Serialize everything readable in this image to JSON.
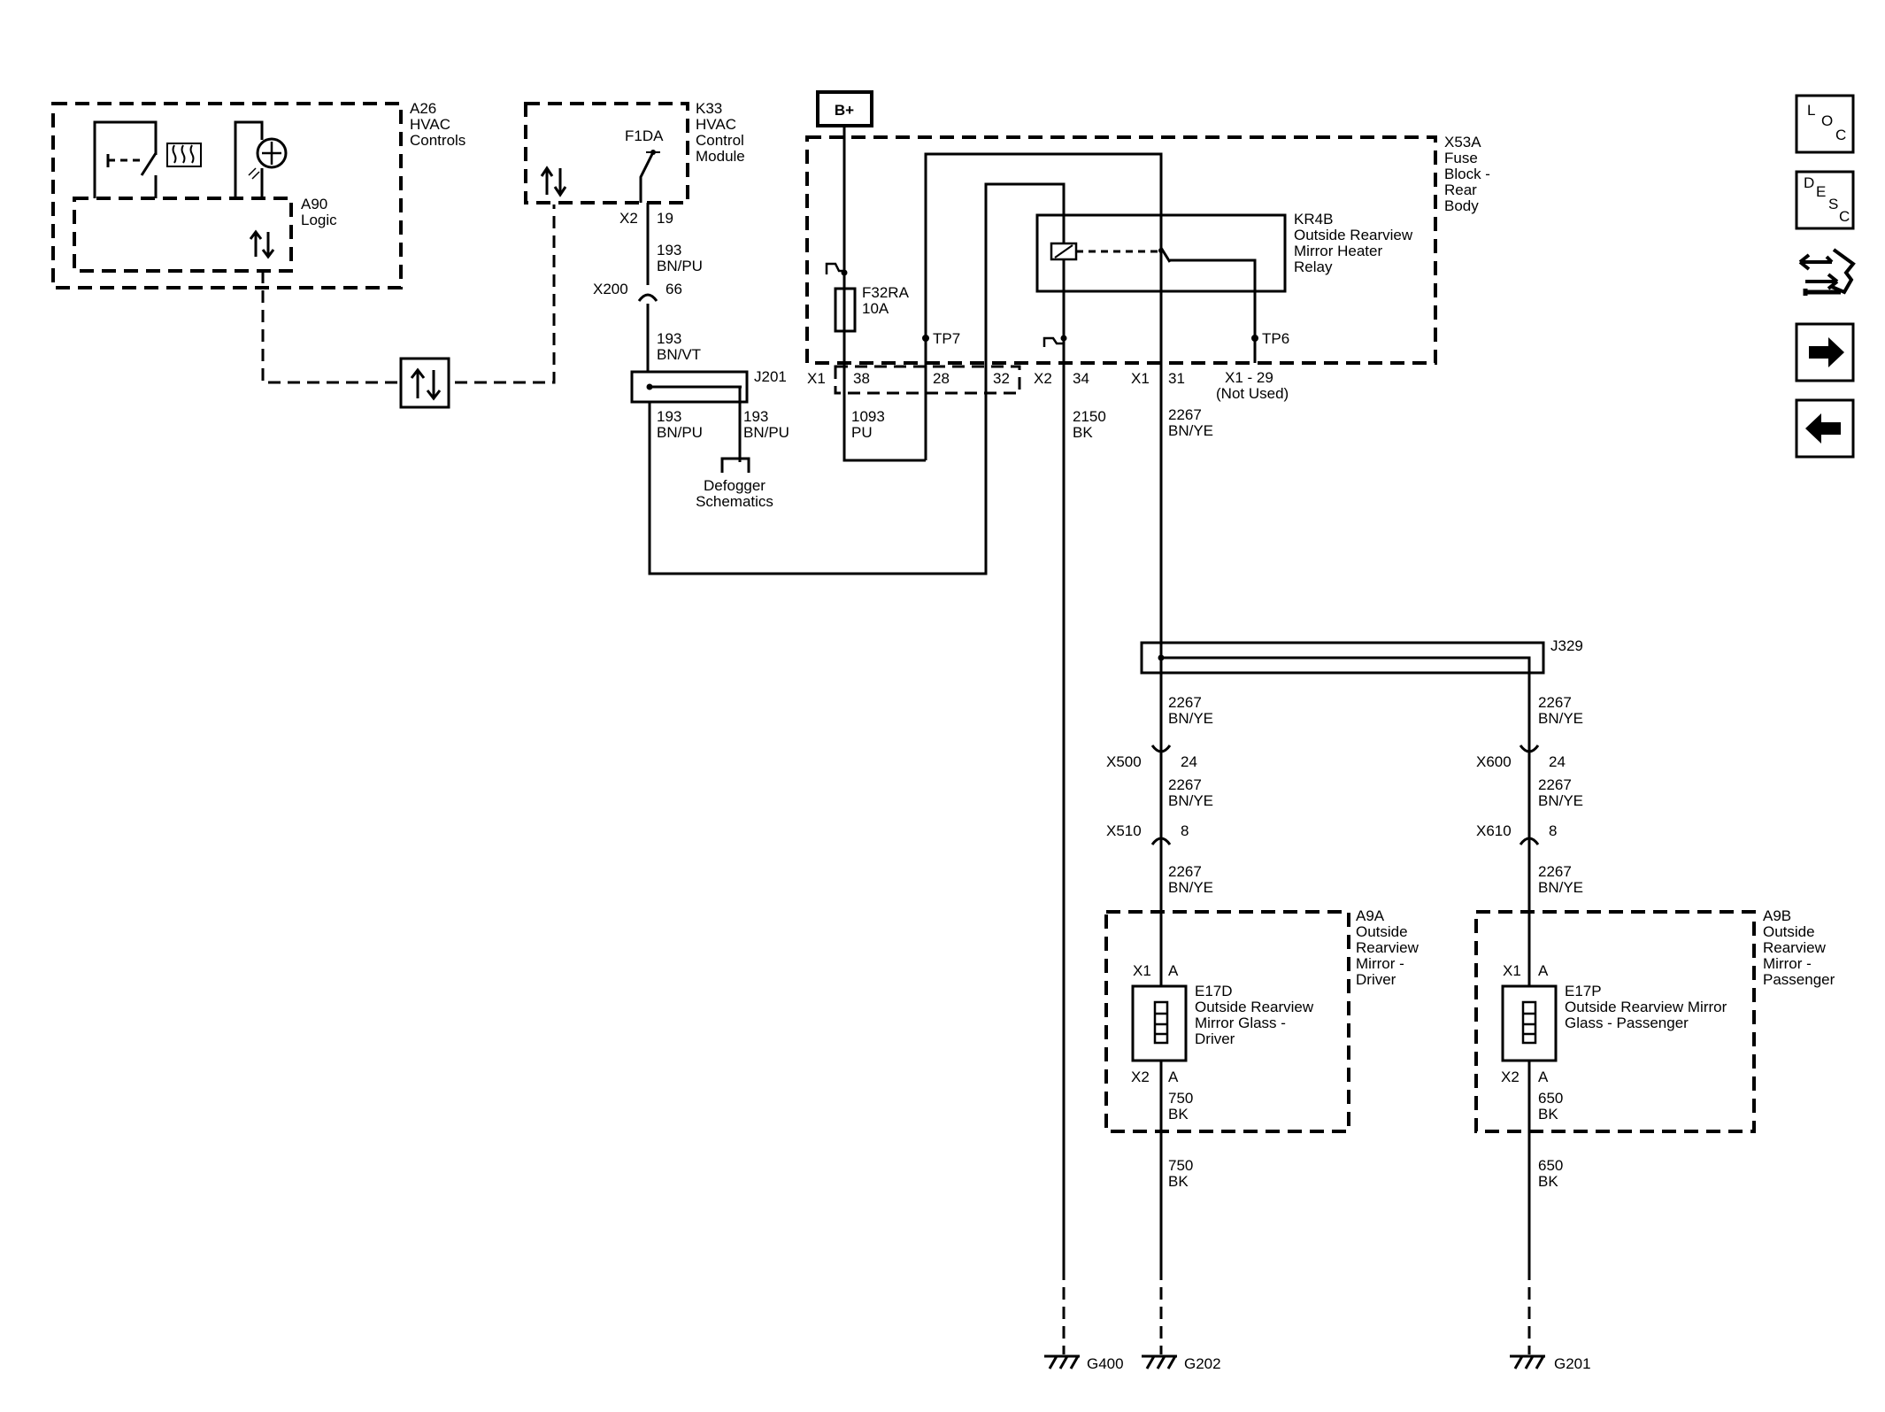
{
  "nav": {
    "loc_label": [
      "L",
      "O",
      "C"
    ],
    "desc_label": [
      "D",
      "E",
      "S",
      "C"
    ]
  },
  "components": {
    "a26": [
      "A26",
      "HVAC",
      "Controls"
    ],
    "a90": [
      "A90",
      "Logic"
    ],
    "k33": [
      "K33",
      "HVAC",
      "Control",
      "Module"
    ],
    "f1da": "F1DA",
    "b_plus": "B+",
    "x53a": [
      "X53A",
      "Fuse",
      "Block -",
      "Rear",
      "Body"
    ],
    "kr4b": [
      "KR4B",
      "Outside Rearview",
      "Mirror Heater",
      "Relay"
    ],
    "f32ra": [
      "F32RA",
      "10A"
    ],
    "tp7": "TP7",
    "tp6": "TP6",
    "j201": "J201",
    "j329": "J329",
    "defogger": [
      "Defogger",
      "Schematics"
    ],
    "a9a": [
      "A9A",
      "Outside",
      "Rearview",
      "Mirror -",
      "Driver"
    ],
    "a9b": [
      "A9B",
      "Outside",
      "Rearview",
      "Mirror -",
      "Passenger"
    ],
    "e17d": [
      "E17D",
      "Outside Rearview",
      "Mirror Glass -",
      "Driver"
    ],
    "e17p": [
      "E17P",
      "Outside Rearview Mirror",
      "Glass - Passenger"
    ],
    "g400": "G400",
    "g202": "G202",
    "g201": "G201"
  },
  "connectors": {
    "k33_x2": "X2",
    "k33_pin": "19",
    "x200": "X200",
    "x200_pin": "66",
    "x1_left": "X1",
    "pin38": "38",
    "pin28": "28",
    "pin32": "32",
    "x2_fuse": "X2",
    "pin34": "34",
    "x1_31": "X1",
    "pin31": "31",
    "x1_29": "X1 - 29",
    "not_used": "(Not Used)",
    "x500": "X500",
    "x500_pin": "24",
    "x510": "X510",
    "x510_pin": "8",
    "x600": "X600",
    "x600_pin": "24",
    "x610": "X610",
    "x610_pin": "8",
    "e17d_x1": "X1",
    "e17d_a1": "A",
    "e17d_x2": "X2",
    "e17d_a2": "A",
    "e17p_x1": "X1",
    "e17p_a1": "A",
    "e17p_x2": "X2",
    "e17p_a2": "A"
  },
  "wires": {
    "k33_out": [
      "193",
      "BN/PU"
    ],
    "x200_out": [
      "193",
      "BN/VT"
    ],
    "j201_left": [
      "193",
      "BN/PU"
    ],
    "j201_right": [
      "193",
      "BN/PU"
    ],
    "w1093": [
      "1093",
      "PU"
    ],
    "w2150": [
      "2150",
      "BK"
    ],
    "w2267_main": [
      "2267",
      "BN/YE"
    ],
    "d_2267_a": [
      "2267",
      "BN/YE"
    ],
    "d_2267_b": [
      "2267",
      "BN/YE"
    ],
    "d_2267_c": [
      "2267",
      "BN/YE"
    ],
    "p_2267_a": [
      "2267",
      "BN/YE"
    ],
    "p_2267_b": [
      "2267",
      "BN/YE"
    ],
    "p_2267_c": [
      "2267",
      "BN/YE"
    ],
    "w750_a": [
      "750",
      "BK"
    ],
    "w750_b": [
      "750",
      "BK"
    ],
    "w650_a": [
      "650",
      "BK"
    ],
    "w650_b": [
      "650",
      "BK"
    ]
  }
}
